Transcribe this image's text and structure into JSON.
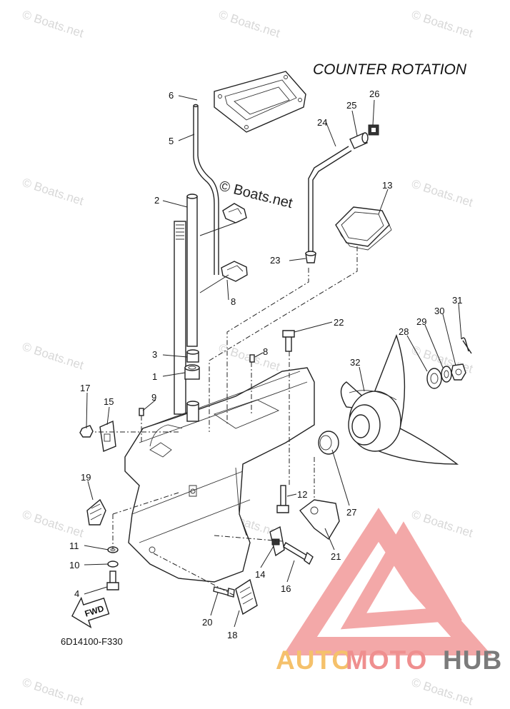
{
  "diagram": {
    "title": "COUNTER ROTATION",
    "drawing_code": "6D14100-F330",
    "fwd_label": "FWD",
    "center_watermark": "© Boats.net",
    "watermark_text": "© Boats.net",
    "callouts": [
      "1",
      "2",
      "3",
      "4",
      "5",
      "6",
      "8",
      "8",
      "9",
      "10",
      "11",
      "12",
      "13",
      "14",
      "15",
      "16",
      "17",
      "18",
      "19",
      "20",
      "21",
      "22",
      "23",
      "24",
      "25",
      "26",
      "27",
      "28",
      "29",
      "30",
      "31",
      "32"
    ]
  },
  "brand": {
    "part1": "AUTO",
    "part2": "MOTO",
    "part3": "HUB",
    "colors": {
      "auto": "#f5c16b",
      "moto": "#ef8f8f",
      "hub": "#7b7b7b",
      "logo": "#f08c8c"
    }
  }
}
